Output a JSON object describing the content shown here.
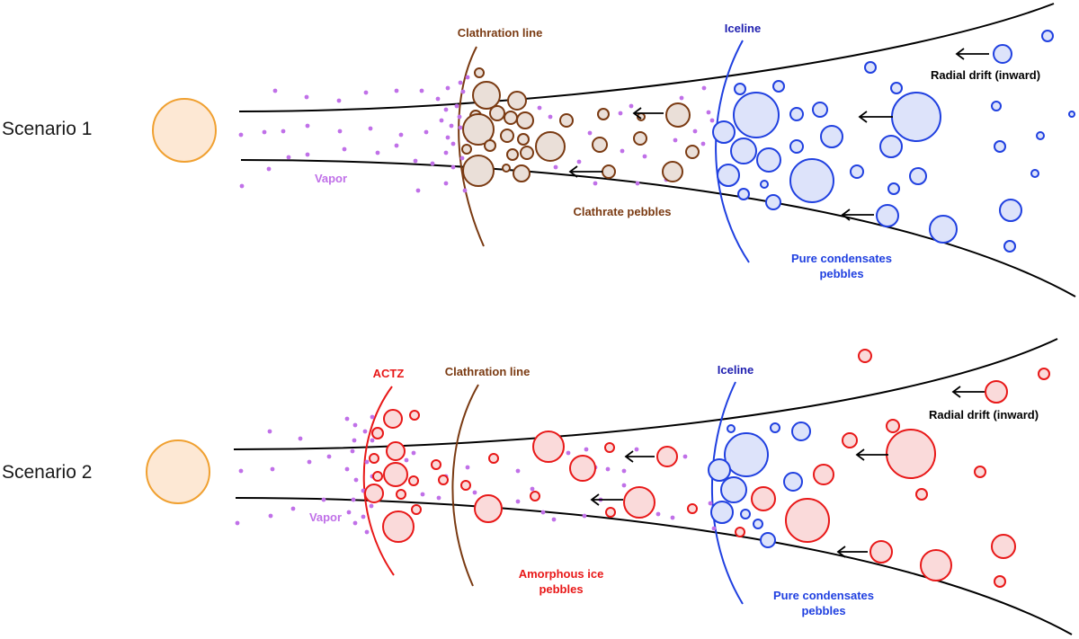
{
  "colors": {
    "star_fill": "#fde8d4",
    "star_stroke": "#f0a030",
    "vapor": "#c070e8",
    "clathrate": "#7a3a12",
    "clathrate_fill": "#eadfd8",
    "ice": "#2040e0",
    "ice_fill": "#dde3fa",
    "amorphous": "#e81818",
    "amorphous_fill": "#fadada",
    "disk_edge": "#000000"
  },
  "scenario1": {
    "title": "Scenario 1",
    "clathration_label": "Clathration line",
    "iceline_label": "Iceline",
    "drift_label": "Radial drift (inward)",
    "vapor_label": "Vapor",
    "clathrate_pebbles_label": "Clathrate pebbles",
    "pure_pebbles_label_1": "Pure condensates",
    "pure_pebbles_label_2": "pebbles"
  },
  "scenario2": {
    "title": "Scenario 2",
    "actz_label": "ACTZ",
    "clathration_label": "Clathration line",
    "iceline_label": "Iceline",
    "drift_label": "Radial drift (inward)",
    "vapor_label": "Vapor",
    "amorphous_label_1": "Amorphous ice",
    "amorphous_label_2": "pebbles",
    "pure_pebbles_label_1": "Pure condensates",
    "pure_pebbles_label_2": "pebbles"
  }
}
